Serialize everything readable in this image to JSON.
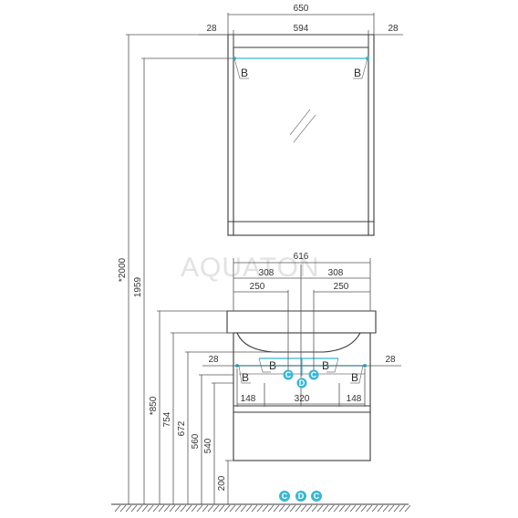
{
  "watermark": "AQUATON",
  "dimensions": {
    "total_height": "*2000",
    "mirror_top_height": "1959",
    "sink_top_height": "*850",
    "h754": "754",
    "h672": "672",
    "h560": "560",
    "h540": "540",
    "floor_gap": "200",
    "mirror_width": "650",
    "mirror_inner_width": "594",
    "mirror_side_left": "28",
    "mirror_side_right": "28",
    "sink_width": "616",
    "sink_half_left": "308",
    "sink_half_right": "308",
    "sink_offset_left": "250",
    "sink_offset_right": "250",
    "cabinet_side_left": "28",
    "cabinet_side_right": "28",
    "mount_left": "148",
    "mount_center": "320",
    "mount_right": "148"
  },
  "labels": {
    "b_mirror_left": "B",
    "b_mirror_right": "B",
    "b_cab_left1": "B",
    "b_cab_left2": "B",
    "b_cab_right1": "B",
    "b_cab_right2": "B",
    "c_left": "C",
    "c_right": "C",
    "d_mark": "D",
    "legend_c1": "C",
    "legend_d": "D",
    "legend_c2": "C"
  },
  "colors": {
    "marker": "#35b7d6",
    "line": "#3a3a3a"
  }
}
